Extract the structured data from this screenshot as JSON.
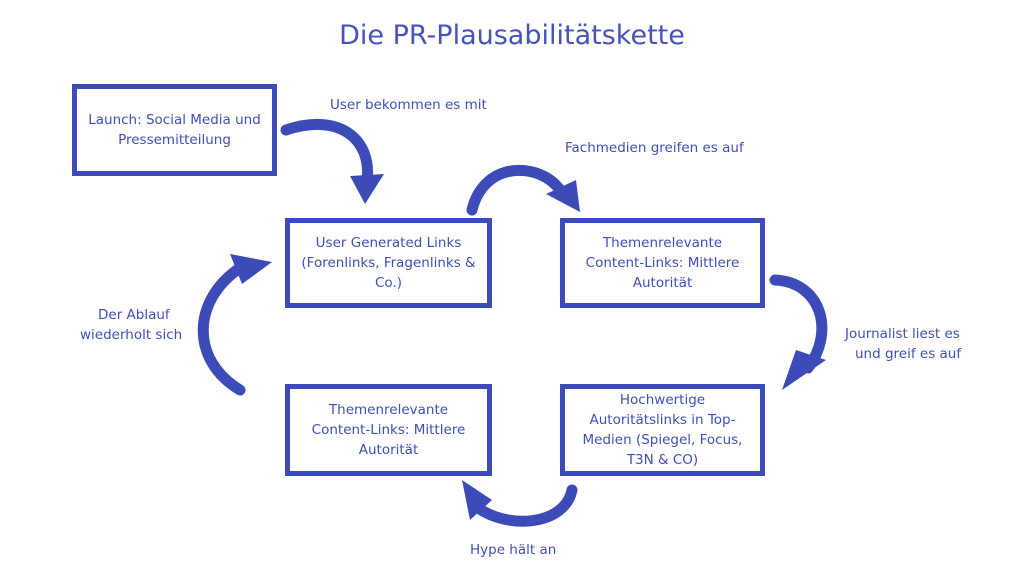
{
  "title": "Die PR-Plausabilitätskette",
  "boxes": {
    "launch": "Launch: Social Media und Pressemitteilung",
    "user_generated": "User Generated Links (Forenlinks, Fragenlinks & Co.)",
    "themen_top": "Themenrelevante Content-Links: Mittlere Autorität",
    "hochwertig": "Hochwertige Autoritätslinks in Top-Medien (Spiegel, Focus, T3N & CO)",
    "themen_bottom": "Themenrelevante Content-Links: Mittlere Autorität"
  },
  "labels": {
    "user_bekommen": "User bekommen es mit",
    "fachmedien": "Fachmedien greifen es auf",
    "journalist_1": "Journalist liest es",
    "journalist_2": "und greif es auf",
    "hype": "Hype hält an",
    "ablauf_1": "Der Ablauf",
    "ablauf_2": "wiederholt sich"
  },
  "colors": {
    "primary": "#3c4bb8",
    "text": "#3f4fb5"
  }
}
